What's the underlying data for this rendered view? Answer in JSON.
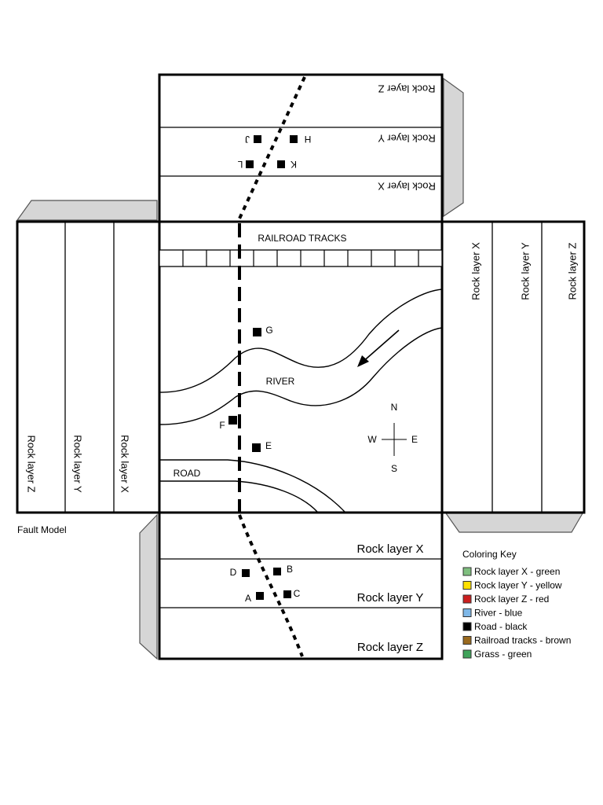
{
  "title": "Fault Model",
  "top_panel": {
    "rock_z": "Rock layer Z",
    "rock_y": "Rock layer Y",
    "rock_x": "Rock layer X",
    "points": [
      "H",
      "J",
      "K",
      "L"
    ]
  },
  "left_panel": {
    "rock_z": "Rock layer Z",
    "rock_y": "Rock layer Y",
    "rock_x": "Rock layer X"
  },
  "right_panel": {
    "rock_x": "Rock layer X",
    "rock_y": "Rock layer Y",
    "rock_z": "Rock layer Z"
  },
  "center_panel": {
    "railroad": "RAILROAD TRACKS",
    "river": "RIVER",
    "road": "ROAD",
    "points": [
      "G",
      "F",
      "E"
    ],
    "compass": {
      "n": "N",
      "s": "S",
      "e": "E",
      "w": "W"
    }
  },
  "bottom_panel": {
    "rock_x": "Rock layer X",
    "rock_y": "Rock layer Y",
    "rock_z": "Rock layer Z",
    "points": [
      "D",
      "B",
      "A",
      "C"
    ]
  },
  "coloring_key": {
    "title": "Coloring Key",
    "items": [
      {
        "label": "Rock layer X - green",
        "color": "#7fbf7f"
      },
      {
        "label": "Rock layer Y - yellow",
        "color": "#ffe000"
      },
      {
        "label": "Rock layer Z - red",
        "color": "#cc1f1f"
      },
      {
        "label": "River - blue",
        "color": "#7fb8e8"
      },
      {
        "label": "Road - black",
        "color": "#000000"
      },
      {
        "label": "Railroad tracks - brown",
        "color": "#9a6a1e"
      },
      {
        "label": "Grass - green",
        "color": "#3fa35a"
      }
    ]
  }
}
